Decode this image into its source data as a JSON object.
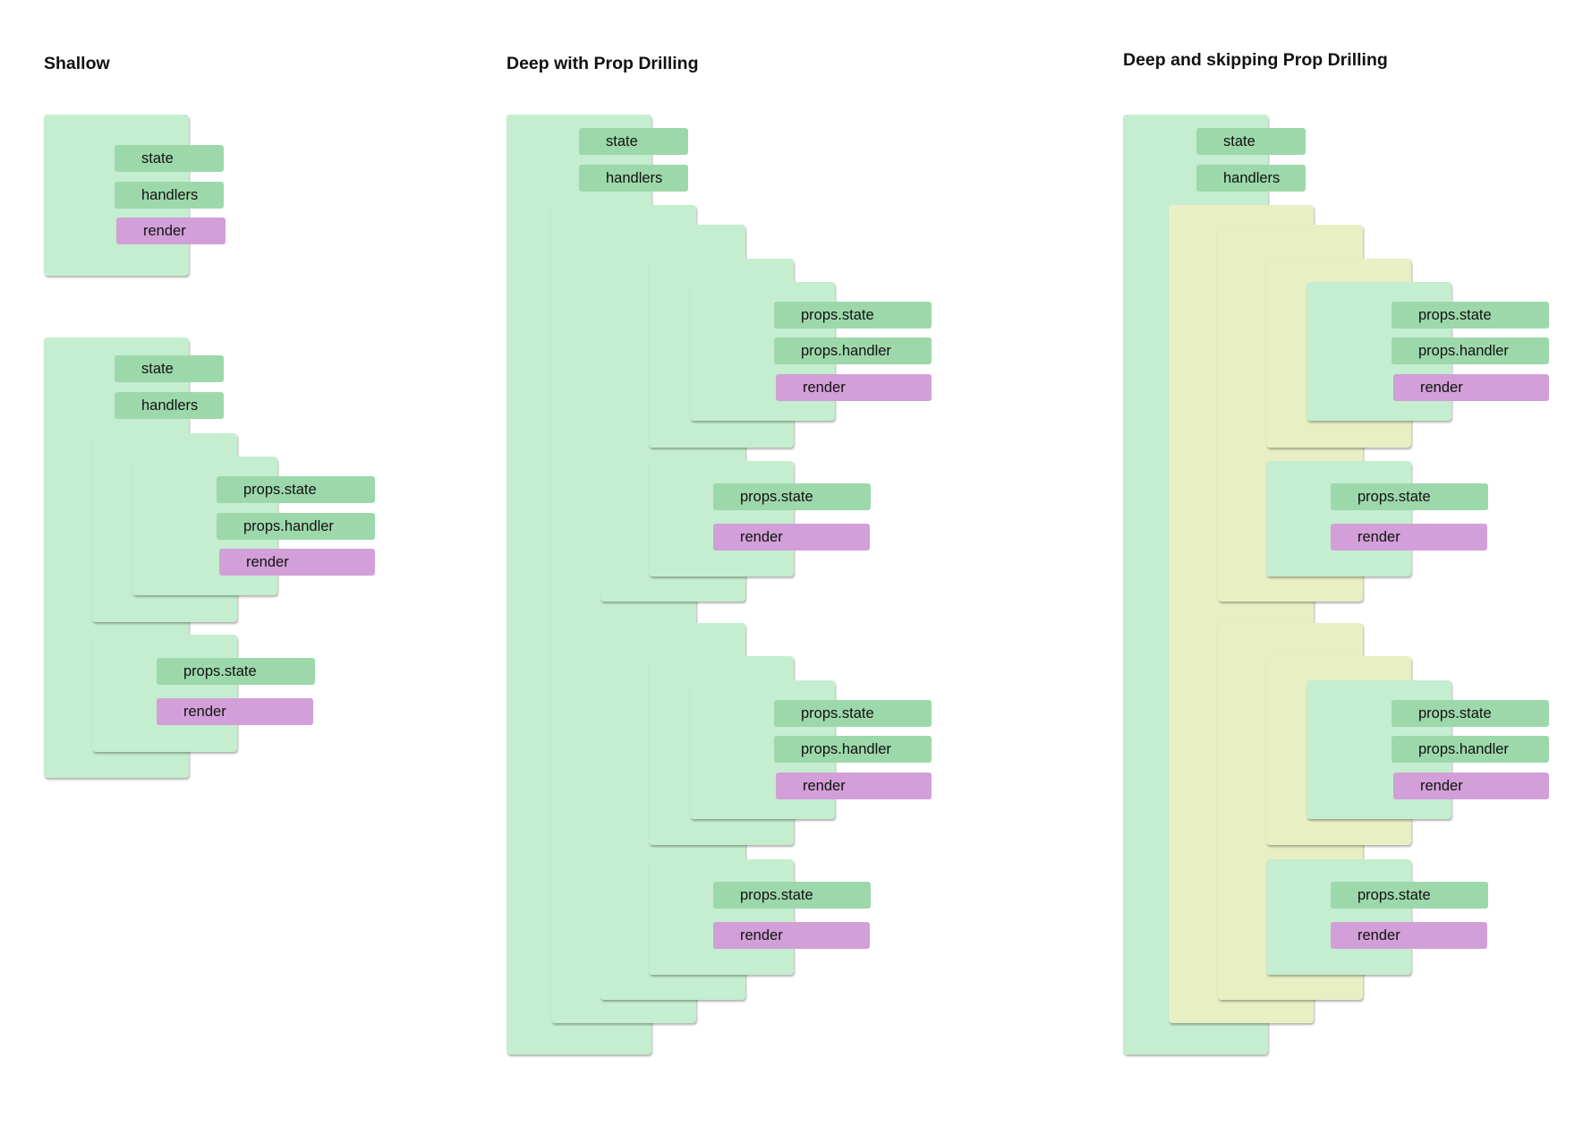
{
  "colors": {
    "component_green": "#c4eecf",
    "component_skipped": "#e9efc4",
    "state_tag": "#9dd8ab",
    "render_tag": "#d29fd8"
  },
  "panels": {
    "shallow": {
      "title": "Shallow"
    },
    "deep": {
      "title": "Deep with Prop Drilling"
    },
    "skip": {
      "title": "Deep and skipping Prop Drilling"
    }
  },
  "labels": {
    "state": "state",
    "handlers": "handlers",
    "render": "render",
    "props_state": "props.state",
    "props_handler": "props.handler"
  }
}
